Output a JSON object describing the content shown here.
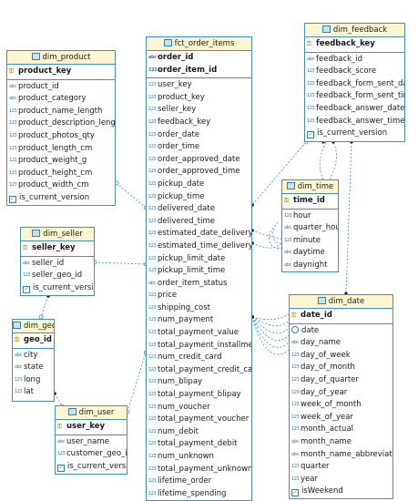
{
  "colors": {
    "border": "#3f8fc9",
    "header_bg": "#fdf6cf",
    "link": "#3f8fc9"
  },
  "tables": [
    {
      "id": "dim_product",
      "title": "dim_product",
      "keys": [
        {
          "name": "product_key",
          "icon": "key"
        }
      ],
      "columns": [
        {
          "name": "product_id",
          "icon": "abc"
        },
        {
          "name": "product_category",
          "icon": "abc"
        },
        {
          "name": "product_name_length",
          "icon": "123"
        },
        {
          "name": "product_description_length",
          "icon": "123"
        },
        {
          "name": "product_photos_qty",
          "icon": "123"
        },
        {
          "name": "product_length_cm",
          "icon": "123"
        },
        {
          "name": "product_weight_g",
          "icon": "123"
        },
        {
          "name": "product_height_cm",
          "icon": "123"
        },
        {
          "name": "product_width_cm",
          "icon": "123"
        },
        {
          "name": "is_current_version",
          "icon": "check"
        }
      ]
    },
    {
      "id": "fct_order_items",
      "title": "fct_order_items",
      "keys": [
        {
          "name": "order_id",
          "icon": "abc"
        },
        {
          "name": "order_item_id",
          "icon": "123"
        }
      ],
      "columns": [
        {
          "name": "user_key",
          "icon": "123"
        },
        {
          "name": "product_key",
          "icon": "123"
        },
        {
          "name": "seller_key",
          "icon": "123"
        },
        {
          "name": "feedback_key",
          "icon": "123"
        },
        {
          "name": "order_date",
          "icon": "123"
        },
        {
          "name": "order_time",
          "icon": "123"
        },
        {
          "name": "order_approved_date",
          "icon": "123"
        },
        {
          "name": "order_approved_time",
          "icon": "123"
        },
        {
          "name": "pickup_date",
          "icon": "123"
        },
        {
          "name": "pickup_time",
          "icon": "123"
        },
        {
          "name": "delivered_date",
          "icon": "123"
        },
        {
          "name": "delivered_time",
          "icon": "123"
        },
        {
          "name": "estimated_date_delivery",
          "icon": "123"
        },
        {
          "name": "estimated_time_delivery",
          "icon": "123"
        },
        {
          "name": "pickup_limit_date",
          "icon": "123"
        },
        {
          "name": "pickup_limit_time",
          "icon": "123"
        },
        {
          "name": "order_item_status",
          "icon": "abc"
        },
        {
          "name": "price",
          "icon": "123"
        },
        {
          "name": "shipping_cost",
          "icon": "123"
        },
        {
          "name": "num_payment",
          "icon": "123"
        },
        {
          "name": "total_payment_value",
          "icon": "123"
        },
        {
          "name": "total_payment_installment",
          "icon": "123"
        },
        {
          "name": "num_credit_card",
          "icon": "123"
        },
        {
          "name": "total_payment_credit_card",
          "icon": "123"
        },
        {
          "name": "num_blipay",
          "icon": "123"
        },
        {
          "name": "total_payment_blipay",
          "icon": "123"
        },
        {
          "name": "num_voucher",
          "icon": "123"
        },
        {
          "name": "total_payment_voucher",
          "icon": "123"
        },
        {
          "name": "num_debit",
          "icon": "123"
        },
        {
          "name": "total_payment_debit",
          "icon": "123"
        },
        {
          "name": "num_unknown",
          "icon": "123"
        },
        {
          "name": "total_payment_unknown",
          "icon": "123"
        },
        {
          "name": "lifetime_order",
          "icon": "123"
        },
        {
          "name": "lifetime_spending",
          "icon": "123"
        }
      ]
    },
    {
      "id": "dim_feedback",
      "title": "dim_feedback",
      "keys": [
        {
          "name": "feedback_key",
          "icon": "key"
        }
      ],
      "columns": [
        {
          "name": "feedback_id",
          "icon": "abc"
        },
        {
          "name": "feedback_score",
          "icon": "123"
        },
        {
          "name": "feedback_form_sent_date",
          "icon": "123"
        },
        {
          "name": "feedback_form_sent_time",
          "icon": "123"
        },
        {
          "name": "feedback_answer_date",
          "icon": "123"
        },
        {
          "name": "feedback_answer_time",
          "icon": "123"
        },
        {
          "name": "is_current_version",
          "icon": "check"
        }
      ]
    },
    {
      "id": "dim_time",
      "title": "dim_time",
      "keys": [
        {
          "name": "time_id",
          "icon": "key"
        }
      ],
      "columns": [
        {
          "name": "hour",
          "icon": "123"
        },
        {
          "name": "quarter_hour",
          "icon": "abc"
        },
        {
          "name": "minute",
          "icon": "123"
        },
        {
          "name": "daytime",
          "icon": "abc"
        },
        {
          "name": "daynight",
          "icon": "abc"
        }
      ]
    },
    {
      "id": "dim_seller",
      "title": "dim_seller",
      "keys": [
        {
          "name": "seller_key",
          "icon": "key"
        }
      ],
      "columns": [
        {
          "name": "seller_id",
          "icon": "abc"
        },
        {
          "name": "seller_geo_id",
          "icon": "123"
        },
        {
          "name": "is_current_version",
          "icon": "check"
        }
      ]
    },
    {
      "id": "dim_geo",
      "title": "dim_geo",
      "keys": [
        {
          "name": "geo_id",
          "icon": "key"
        }
      ],
      "columns": [
        {
          "name": "city",
          "icon": "abc"
        },
        {
          "name": "state",
          "icon": "abc"
        },
        {
          "name": "long",
          "icon": "123"
        },
        {
          "name": "lat",
          "icon": "123"
        }
      ]
    },
    {
      "id": "dim_user",
      "title": "dim_user",
      "keys": [
        {
          "name": "user_key",
          "icon": "key"
        }
      ],
      "columns": [
        {
          "name": "user_name",
          "icon": "abc"
        },
        {
          "name": "customer_geo_id",
          "icon": "123"
        },
        {
          "name": "is_current_version",
          "icon": "check"
        }
      ]
    },
    {
      "id": "dim_date",
      "title": "dim_date",
      "keys": [
        {
          "name": "date_id",
          "icon": "key"
        }
      ],
      "columns": [
        {
          "name": "date",
          "icon": "clock"
        },
        {
          "name": "day_name",
          "icon": "abc"
        },
        {
          "name": "day_of_week",
          "icon": "123"
        },
        {
          "name": "day_of_month",
          "icon": "123"
        },
        {
          "name": "day_of_quarter",
          "icon": "123"
        },
        {
          "name": "day_of_year",
          "icon": "123"
        },
        {
          "name": "week_of_month",
          "icon": "123"
        },
        {
          "name": "week_of_year",
          "icon": "123"
        },
        {
          "name": "month_actual",
          "icon": "123"
        },
        {
          "name": "month_name",
          "icon": "abc"
        },
        {
          "name": "month_name_abbreviated",
          "icon": "abc"
        },
        {
          "name": "quarter",
          "icon": "123"
        },
        {
          "name": "year",
          "icon": "123"
        },
        {
          "name": "isWeekend",
          "icon": "check"
        }
      ]
    }
  ]
}
